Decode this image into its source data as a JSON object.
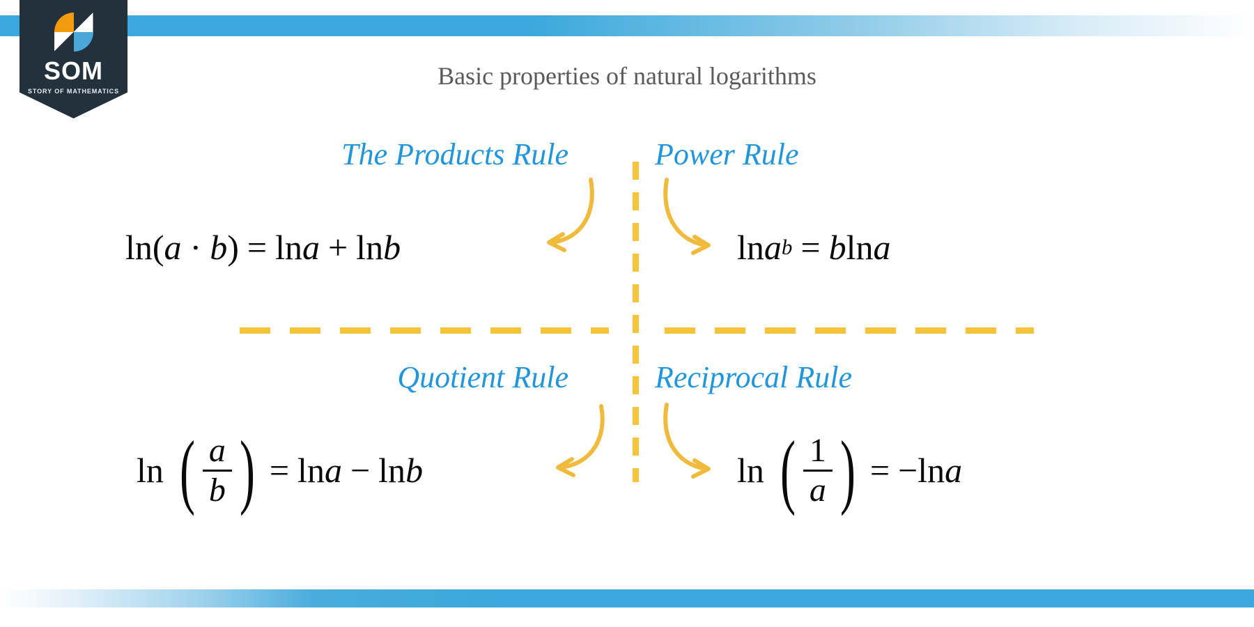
{
  "brand": {
    "name": "SOM",
    "tagline": "STORY OF MATHEMATICS",
    "logo_icon": "som-logo-icon",
    "colors": {
      "banner": "#22313c",
      "orange": "#f39b0c",
      "blue": "#4aa8d8",
      "white": "#ffffff"
    }
  },
  "decor": {
    "top_bar_color": "#3aa8dc",
    "bottom_bar_color": "#3aa8dc",
    "divider_color": "#f5c33c",
    "arrow_color": "#f0bb3c",
    "heading_color": "#2196dd",
    "title_color": "#5a5a5a"
  },
  "title": "Basic properties of natural logarithms",
  "rules": [
    {
      "id": "products-rule",
      "heading": "The Products Rule",
      "formula_plain": "ln(a · b) = lna + lnb",
      "parts": {
        "lead": "ln(",
        "var_a": "a",
        "dot": "·",
        "var_b": "b",
        "close": ")",
        "equals": "=",
        "rhs_ln1": "ln",
        "rhs_var1": "a",
        "plus": "+",
        "rhs_ln2": "ln",
        "rhs_var2": "b"
      },
      "arrow": "curved-arrow-left"
    },
    {
      "id": "power-rule",
      "heading": "Power Rule",
      "formula_plain": "lnaᵇ = blna",
      "parts": {
        "lhs_ln": "ln",
        "lhs_var": "a",
        "exponent": "b",
        "equals": "=",
        "rhs_coef": "b",
        "rhs_ln": "ln",
        "rhs_var": "a"
      },
      "arrow": "curved-arrow-right"
    },
    {
      "id": "quotient-rule",
      "heading": "Quotient Rule",
      "formula_plain": "ln(a/b) = lna − lnb",
      "parts": {
        "lhs_ln": "ln",
        "paren_open": "(",
        "numerator": "a",
        "denominator": "b",
        "paren_close": ")",
        "equals": "=",
        "rhs_ln1": "ln",
        "rhs_var1": "a",
        "minus": "−",
        "rhs_ln2": "ln",
        "rhs_var2": "b"
      },
      "arrow": "curved-arrow-left"
    },
    {
      "id": "reciprocal-rule",
      "heading": "Reciprocal Rule",
      "formula_plain": "ln(1/a) = −lna",
      "parts": {
        "lhs_ln": "ln",
        "paren_open": "(",
        "numerator": "1",
        "denominator": "a",
        "paren_close": ")",
        "equals": "=",
        "minus": "−",
        "rhs_ln": "ln",
        "rhs_var": "a"
      },
      "arrow": "curved-arrow-right"
    }
  ]
}
